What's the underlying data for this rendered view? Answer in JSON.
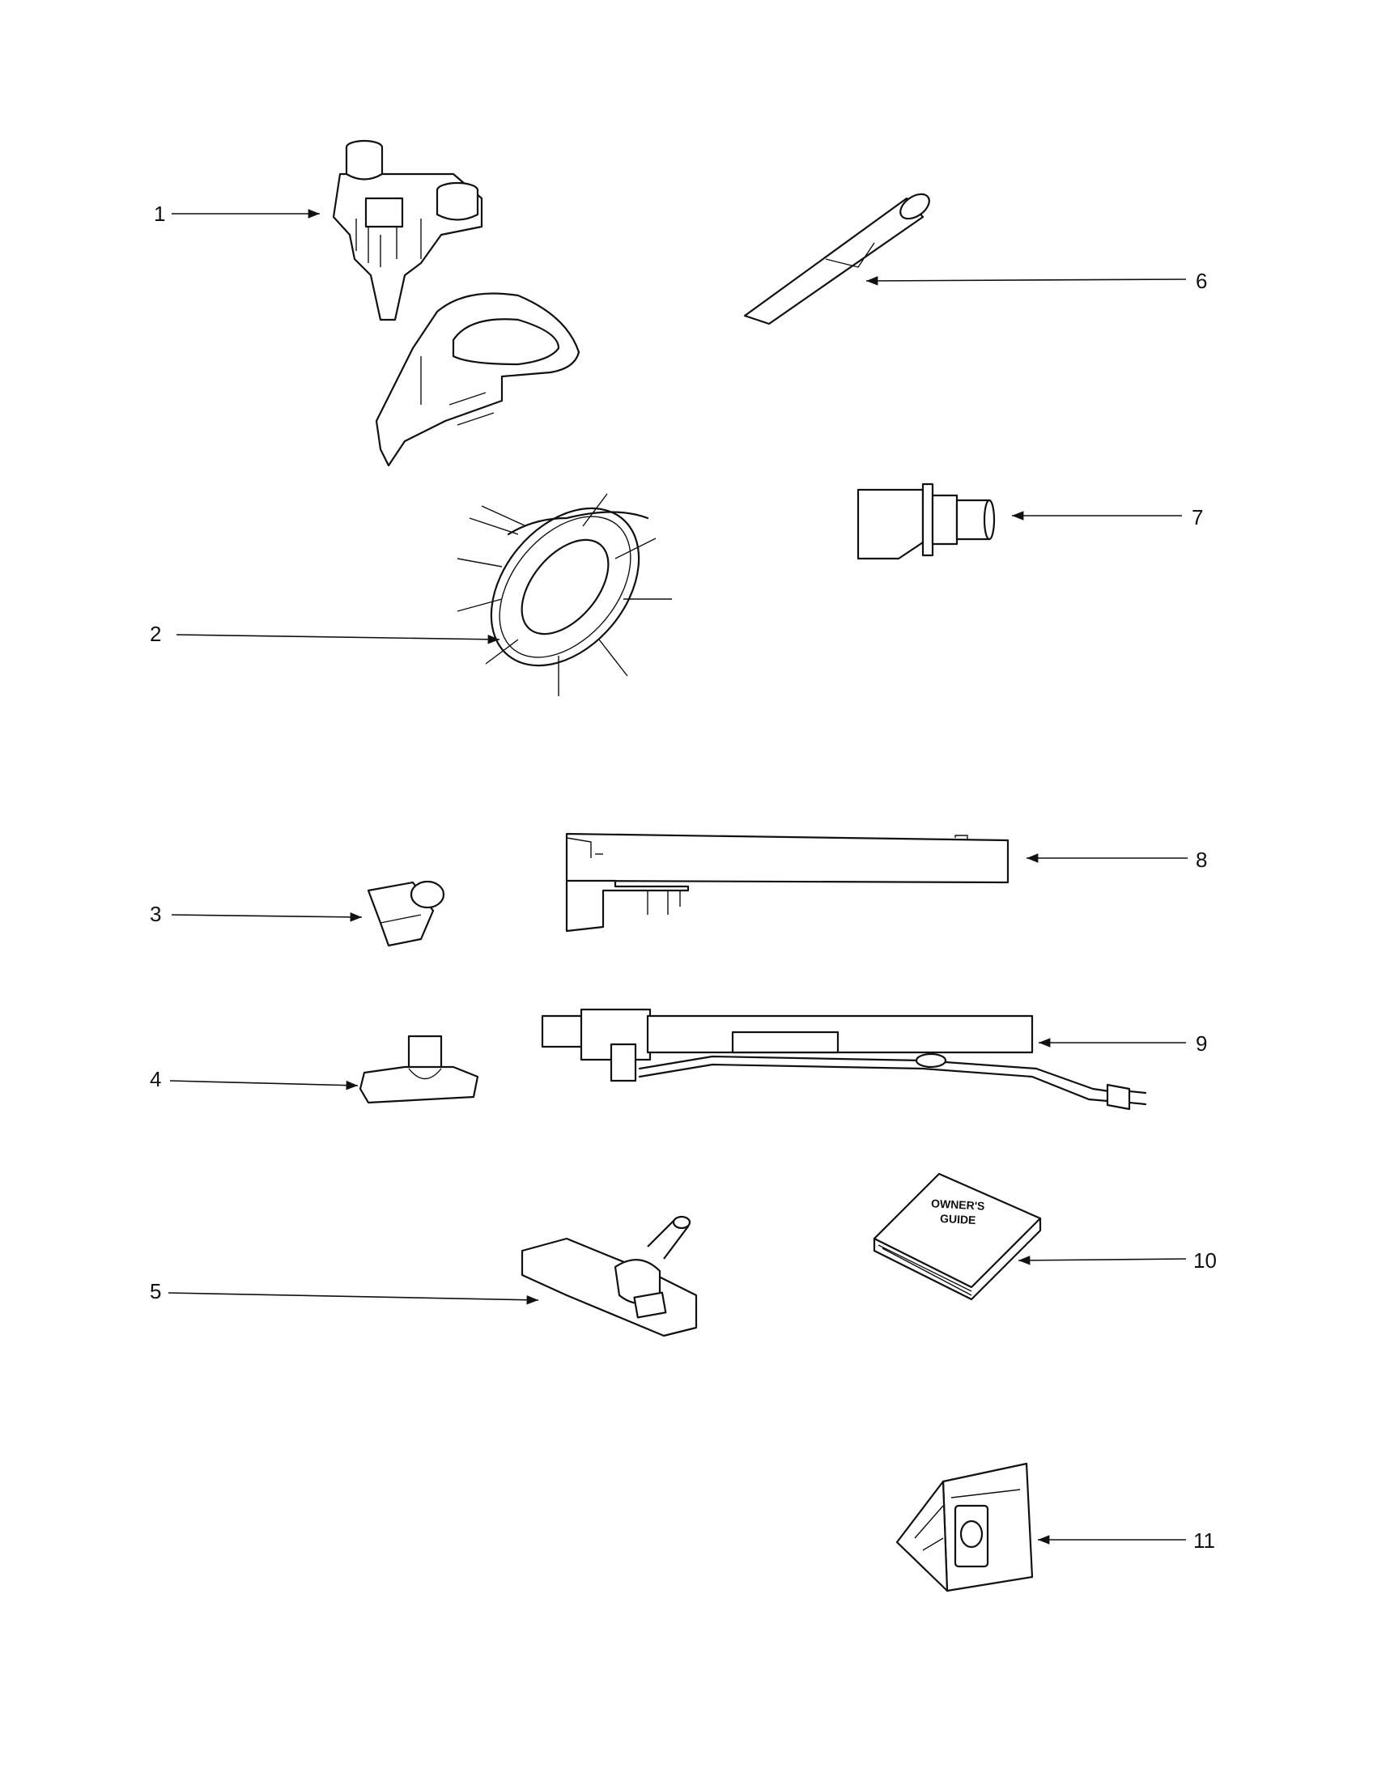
{
  "parts": [
    {
      "num": "1"
    },
    {
      "num": "2"
    },
    {
      "num": "3"
    },
    {
      "num": "4"
    },
    {
      "num": "5"
    },
    {
      "num": "6"
    },
    {
      "num": "7"
    },
    {
      "num": "8"
    },
    {
      "num": "9"
    },
    {
      "num": "10",
      "label_line1": "OWNER'S",
      "label_line2": "GUIDE"
    },
    {
      "num": "11"
    }
  ]
}
